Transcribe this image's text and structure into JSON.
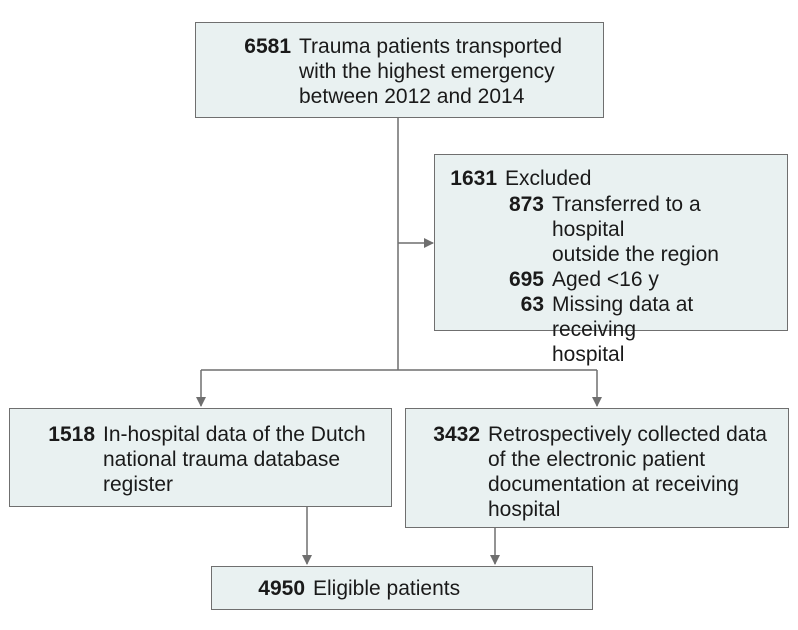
{
  "top": {
    "count": "6581",
    "lines": [
      "Trauma patients transported",
      "with the highest emergency",
      "between 2012 and 2014"
    ]
  },
  "excluded": {
    "count": "1631",
    "label": "Excluded",
    "items": [
      {
        "count": "873",
        "lines": [
          "Transferred to a hospital",
          "outside the region"
        ]
      },
      {
        "count": "695",
        "lines": [
          "Aged <16 y"
        ]
      },
      {
        "count": "63",
        "lines": [
          "Missing data at receiving",
          "hospital"
        ]
      }
    ]
  },
  "left": {
    "count": "1518",
    "lines": [
      "In-hospital data of the Dutch",
      "national trauma database",
      "register"
    ]
  },
  "right": {
    "count": "3432",
    "lines": [
      "Retrospectively collected data",
      "of the electronic patient",
      "documentation at receiving",
      "hospital"
    ]
  },
  "bottom": {
    "count": "4950",
    "label": "Eligible patients"
  },
  "colors": {
    "box_fill": "#e9f1f1",
    "box_border": "#6f6f6f",
    "arrow": "#6f6f6f"
  }
}
